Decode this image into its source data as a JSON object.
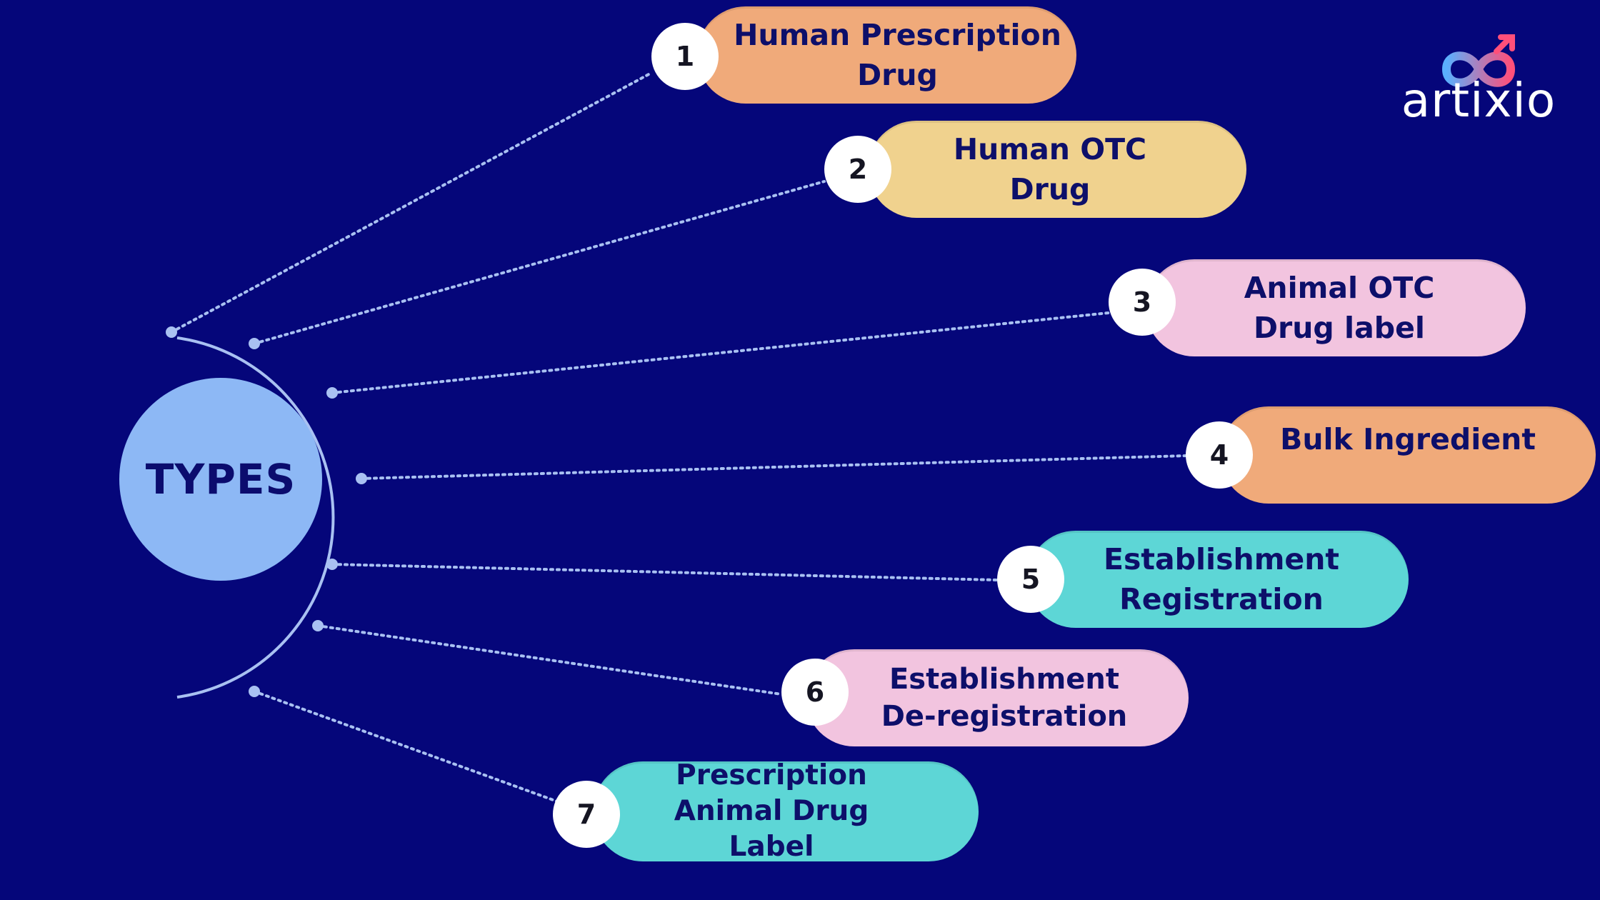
{
  "center": {
    "label": "TYPES",
    "color": "#8db8f5"
  },
  "theme": {
    "background": "#05067a",
    "connector_color": "#a9c1f2",
    "text_color": "#0d0f6a"
  },
  "items": [
    {
      "number": "1",
      "lines": [
        "Human  Prescription",
        "Drug"
      ],
      "color": "#f0aa7a"
    },
    {
      "number": "2",
      "lines": [
        "Human OTC",
        "Drug"
      ],
      "color": "#f0d28e"
    },
    {
      "number": "3",
      "lines": [
        "Animal OTC",
        "Drug label"
      ],
      "color": "#f2c4df"
    },
    {
      "number": "4",
      "lines": [
        "Bulk Ingredient"
      ],
      "color": "#f0aa7a"
    },
    {
      "number": "5",
      "lines": [
        "Establishment",
        "Registration"
      ],
      "color": "#5dd6d6"
    },
    {
      "number": "6",
      "lines": [
        "Establishment",
        "De-registration"
      ],
      "color": "#f2c4df"
    },
    {
      "number": "7",
      "lines": [
        "Prescription",
        "Animal Drug",
        "Label"
      ],
      "color": "#5dd6d6"
    }
  ],
  "logo": {
    "text": "artixio",
    "gradient_start": "#5ab0ff",
    "gradient_end": "#ff4f7a"
  }
}
